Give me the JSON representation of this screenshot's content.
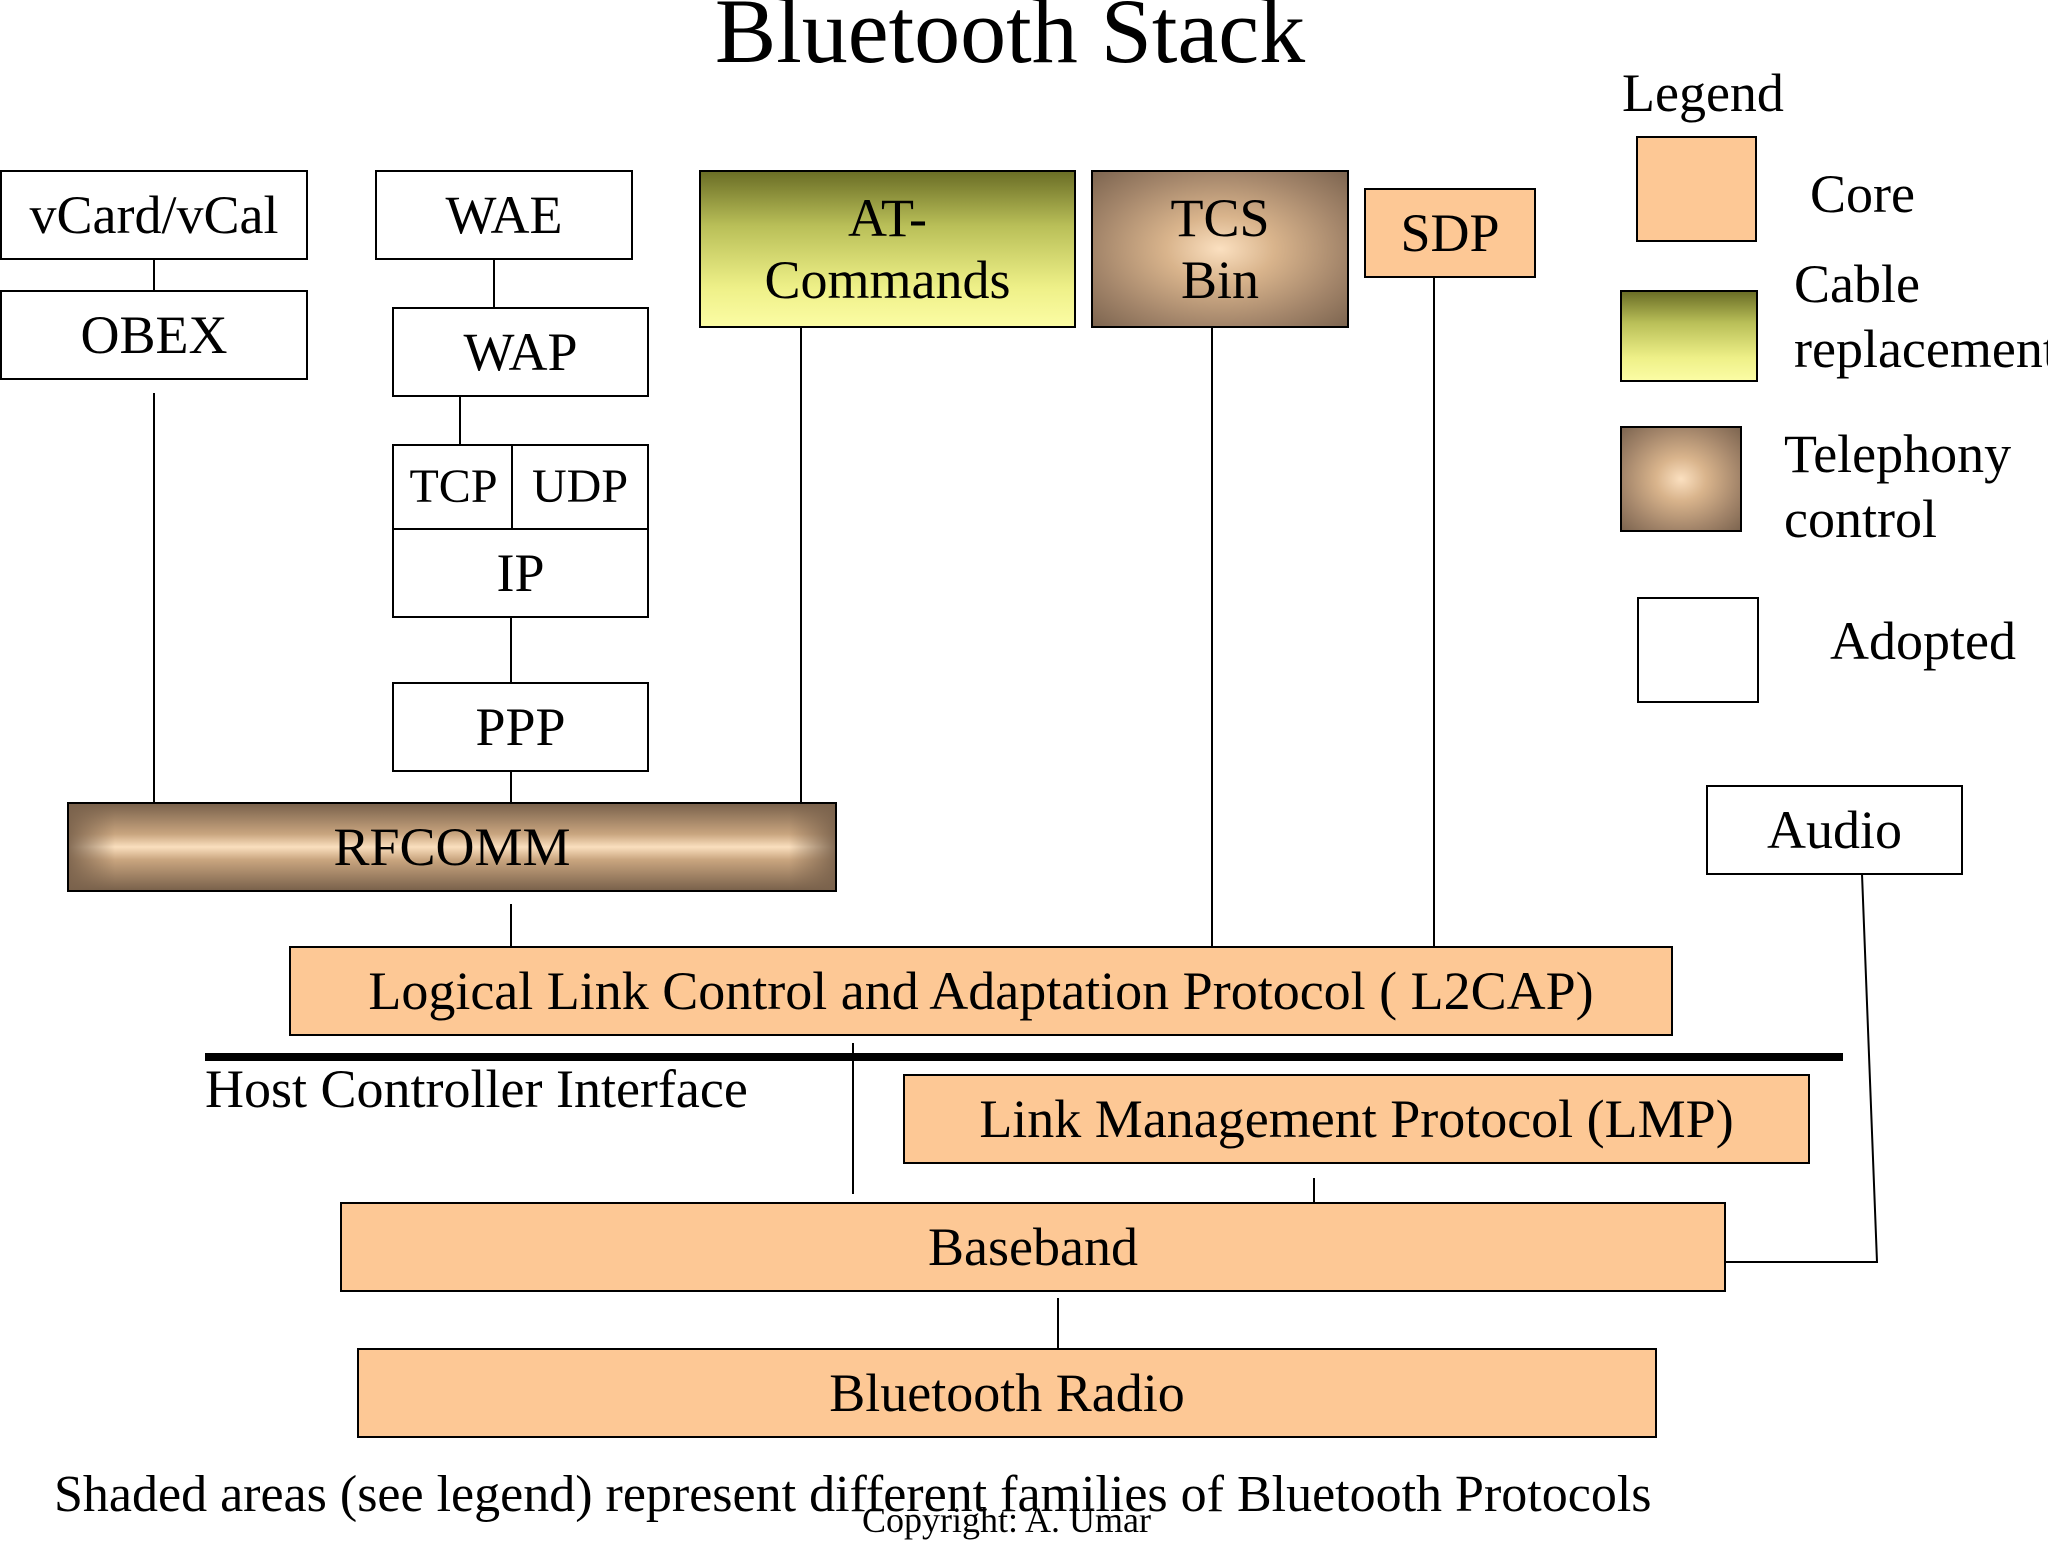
{
  "title": "Bluetooth Stack",
  "legend": {
    "heading": "Legend",
    "items": [
      {
        "label": "Core",
        "color": "#fdc895"
      },
      {
        "label": "Cable replacement",
        "color": "#b9bf58"
      },
      {
        "label": "Telephony control",
        "color": "#a3856a"
      },
      {
        "label": "Adopted",
        "color": "#ffffff"
      }
    ]
  },
  "nodes": {
    "vcard": "vCard/vCal",
    "obex": "OBEX",
    "wae": "WAE",
    "wap": "WAP",
    "tcp": "TCP",
    "udp": "UDP",
    "ip": "IP",
    "ppp": "PPP",
    "at_commands_line1": "AT-",
    "at_commands_line2": "Commands",
    "tcs_line1": "TCS",
    "tcs_line2": "Bin",
    "sdp": "SDP",
    "rfcomm": "RFCOMM",
    "audio": "Audio",
    "l2cap": "Logical Link Control and Adaptation Protocol ( L2CAP)",
    "hci": "Host Controller Interface",
    "lmp": "Link Management Protocol (LMP)",
    "baseband": "Baseband",
    "radio": "Bluetooth Radio"
  },
  "caption": "Shaded areas (see legend) represent different families of Bluetooth Protocols",
  "copyright": "Copyright: A. Umar"
}
